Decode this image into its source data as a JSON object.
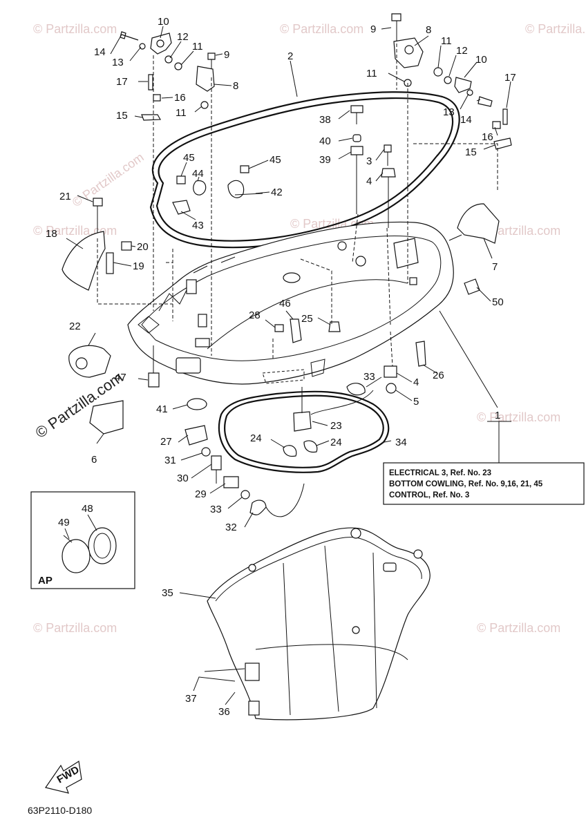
{
  "watermark": {
    "text": "© Partzilla.com",
    "brand_text": "© Partzilla.com"
  },
  "diagram_code": "63P2110-D180",
  "fwd_label": "FWD",
  "inset_label": "AP",
  "note": {
    "line1": "ELECTRICAL 3, Ref. No. 23",
    "line2": "BOTTOM COWLING, Ref. No. 9,16, 21, 45",
    "line3": "CONTROL, Ref. No. 3"
  },
  "callouts": [
    {
      "id": "c10a",
      "text": "10"
    },
    {
      "id": "c14a",
      "text": "14"
    },
    {
      "id": "c13a",
      "text": "13"
    },
    {
      "id": "c12a",
      "text": "12"
    },
    {
      "id": "c11a",
      "text": "11"
    },
    {
      "id": "c9a",
      "text": "9"
    },
    {
      "id": "c17a",
      "text": "17"
    },
    {
      "id": "c16a",
      "text": "16"
    },
    {
      "id": "c8a",
      "text": "8"
    },
    {
      "id": "c11b",
      "text": "11"
    },
    {
      "id": "c15a",
      "text": "15"
    },
    {
      "id": "c2",
      "text": "2"
    },
    {
      "id": "c9b",
      "text": "9"
    },
    {
      "id": "c8b",
      "text": "8"
    },
    {
      "id": "c11c",
      "text": "11"
    },
    {
      "id": "c12b",
      "text": "12"
    },
    {
      "id": "c10b",
      "text": "10"
    },
    {
      "id": "c11d",
      "text": "11"
    },
    {
      "id": "c17b",
      "text": "17"
    },
    {
      "id": "c13b",
      "text": "13"
    },
    {
      "id": "c14b",
      "text": "14"
    },
    {
      "id": "c16b",
      "text": "16"
    },
    {
      "id": "c15b",
      "text": "15"
    },
    {
      "id": "c38",
      "text": "38"
    },
    {
      "id": "c40",
      "text": "40"
    },
    {
      "id": "c39",
      "text": "39"
    },
    {
      "id": "c3",
      "text": "3"
    },
    {
      "id": "c4a",
      "text": "4"
    },
    {
      "id": "c45a",
      "text": "45"
    },
    {
      "id": "c44",
      "text": "44"
    },
    {
      "id": "c45b",
      "text": "45"
    },
    {
      "id": "c42",
      "text": "42"
    },
    {
      "id": "c43",
      "text": "43"
    },
    {
      "id": "c21",
      "text": "21"
    },
    {
      "id": "c18",
      "text": "18"
    },
    {
      "id": "c20",
      "text": "20"
    },
    {
      "id": "c19",
      "text": "19"
    },
    {
      "id": "c7",
      "text": "7"
    },
    {
      "id": "c50",
      "text": "50"
    },
    {
      "id": "c22",
      "text": "22"
    },
    {
      "id": "c46",
      "text": "46"
    },
    {
      "id": "c28",
      "text": "28"
    },
    {
      "id": "c25",
      "text": "25"
    },
    {
      "id": "c26",
      "text": "26"
    },
    {
      "id": "c47",
      "text": "47"
    },
    {
      "id": "c33a",
      "text": "33"
    },
    {
      "id": "c4b",
      "text": "4"
    },
    {
      "id": "c5",
      "text": "5"
    },
    {
      "id": "c41",
      "text": "41"
    },
    {
      "id": "c23",
      "text": "23"
    },
    {
      "id": "c1",
      "text": "1"
    },
    {
      "id": "c6",
      "text": "6"
    },
    {
      "id": "c27",
      "text": "27"
    },
    {
      "id": "c24a",
      "text": "24"
    },
    {
      "id": "c24b",
      "text": "24"
    },
    {
      "id": "c34",
      "text": "34"
    },
    {
      "id": "c31",
      "text": "31"
    },
    {
      "id": "c30",
      "text": "30"
    },
    {
      "id": "c29",
      "text": "29"
    },
    {
      "id": "c33b",
      "text": "33"
    },
    {
      "id": "c32",
      "text": "32"
    },
    {
      "id": "c48",
      "text": "48"
    },
    {
      "id": "c49",
      "text": "49"
    },
    {
      "id": "c35",
      "text": "35"
    },
    {
      "id": "c37",
      "text": "37"
    },
    {
      "id": "c36",
      "text": "36"
    }
  ]
}
